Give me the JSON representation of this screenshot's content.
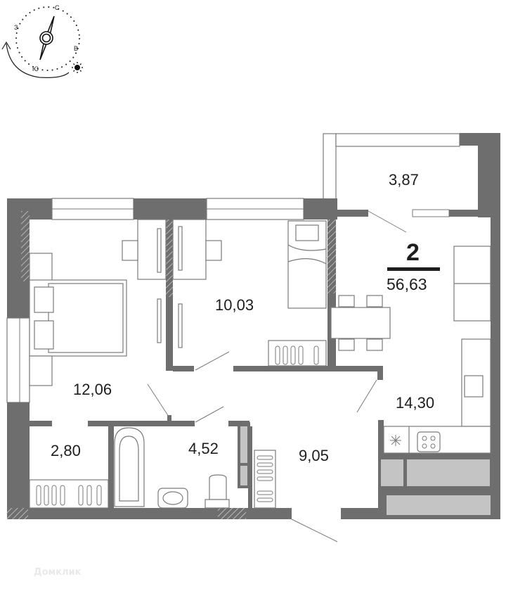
{
  "compass": {
    "north": "С",
    "west": "З",
    "east": "В",
    "south": "Ю",
    "icons": [
      "compass-needle-icon",
      "sun-icon",
      "rotate-arrow-icon"
    ]
  },
  "apartment": {
    "rooms_count": "2",
    "total_area": "56,63"
  },
  "rooms": {
    "balcony": {
      "area": "3,87"
    },
    "bedroom_main": {
      "area": "12,06"
    },
    "bedroom_kids": {
      "area": "10,03"
    },
    "kitchen_living": {
      "area": "14,30"
    },
    "hallway": {
      "area": "9,05"
    },
    "bathroom": {
      "area": "4,52"
    },
    "wardrobe": {
      "area": "2,80"
    }
  },
  "colors": {
    "wall": "#6e6e6e",
    "line": "#7a7a7a",
    "fill_light": "#c4c4c4",
    "text": "#1e1e1e"
  },
  "watermark": {
    "text": "Домклик"
  }
}
